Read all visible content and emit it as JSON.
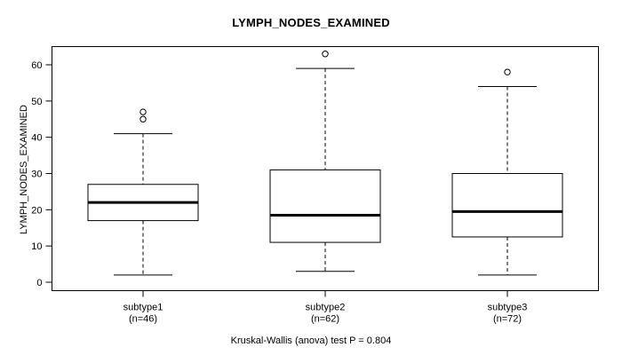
{
  "chart_data": {
    "type": "box",
    "title": "LYMPH_NODES_EXAMINED",
    "subtitle": "Kruskal-Wallis (anova) test P = 0.804",
    "xlabel": "",
    "ylabel": "LYMPH_NODES_EXAMINED",
    "ylim": [
      0,
      65
    ],
    "yticks": [
      0,
      10,
      20,
      30,
      40,
      50,
      60
    ],
    "ytick_labels": [
      "0",
      "10",
      "20",
      "30",
      "40",
      "50",
      "60"
    ],
    "grid": false,
    "legend": "none",
    "categories": [
      "subtype1",
      "subtype2",
      "subtype3"
    ],
    "group_counts": [
      46,
      62,
      72
    ],
    "category_labels": [
      "subtype1",
      "subtype2",
      "subtype3"
    ],
    "count_labels": [
      "(n=46)",
      "(n=62)",
      "(n=72)"
    ],
    "boxes": [
      {
        "name": "subtype1",
        "n": 46,
        "lower_whisker": 2,
        "q1": 17,
        "median": 22,
        "q3": 27,
        "upper_whisker": 41,
        "outliers": [
          45,
          47
        ]
      },
      {
        "name": "subtype2",
        "n": 62,
        "lower_whisker": 3,
        "q1": 11,
        "median": 18.5,
        "q3": 31,
        "upper_whisker": 59,
        "outliers": [
          63
        ]
      },
      {
        "name": "subtype3",
        "n": 72,
        "lower_whisker": 2,
        "q1": 12.5,
        "median": 19.5,
        "q3": 30,
        "upper_whisker": 54,
        "outliers": [
          58
        ]
      }
    ],
    "colors": {
      "box_fill": "#ffffff",
      "box_stroke": "#000000",
      "median": "#000000",
      "whisker": "#000000",
      "outlier": "#000000",
      "frame": "#000000",
      "text": "#000000"
    },
    "stat_test": {
      "name": "Kruskal-Wallis (anova) test",
      "p_label": "P",
      "p_value": "0.804"
    }
  }
}
